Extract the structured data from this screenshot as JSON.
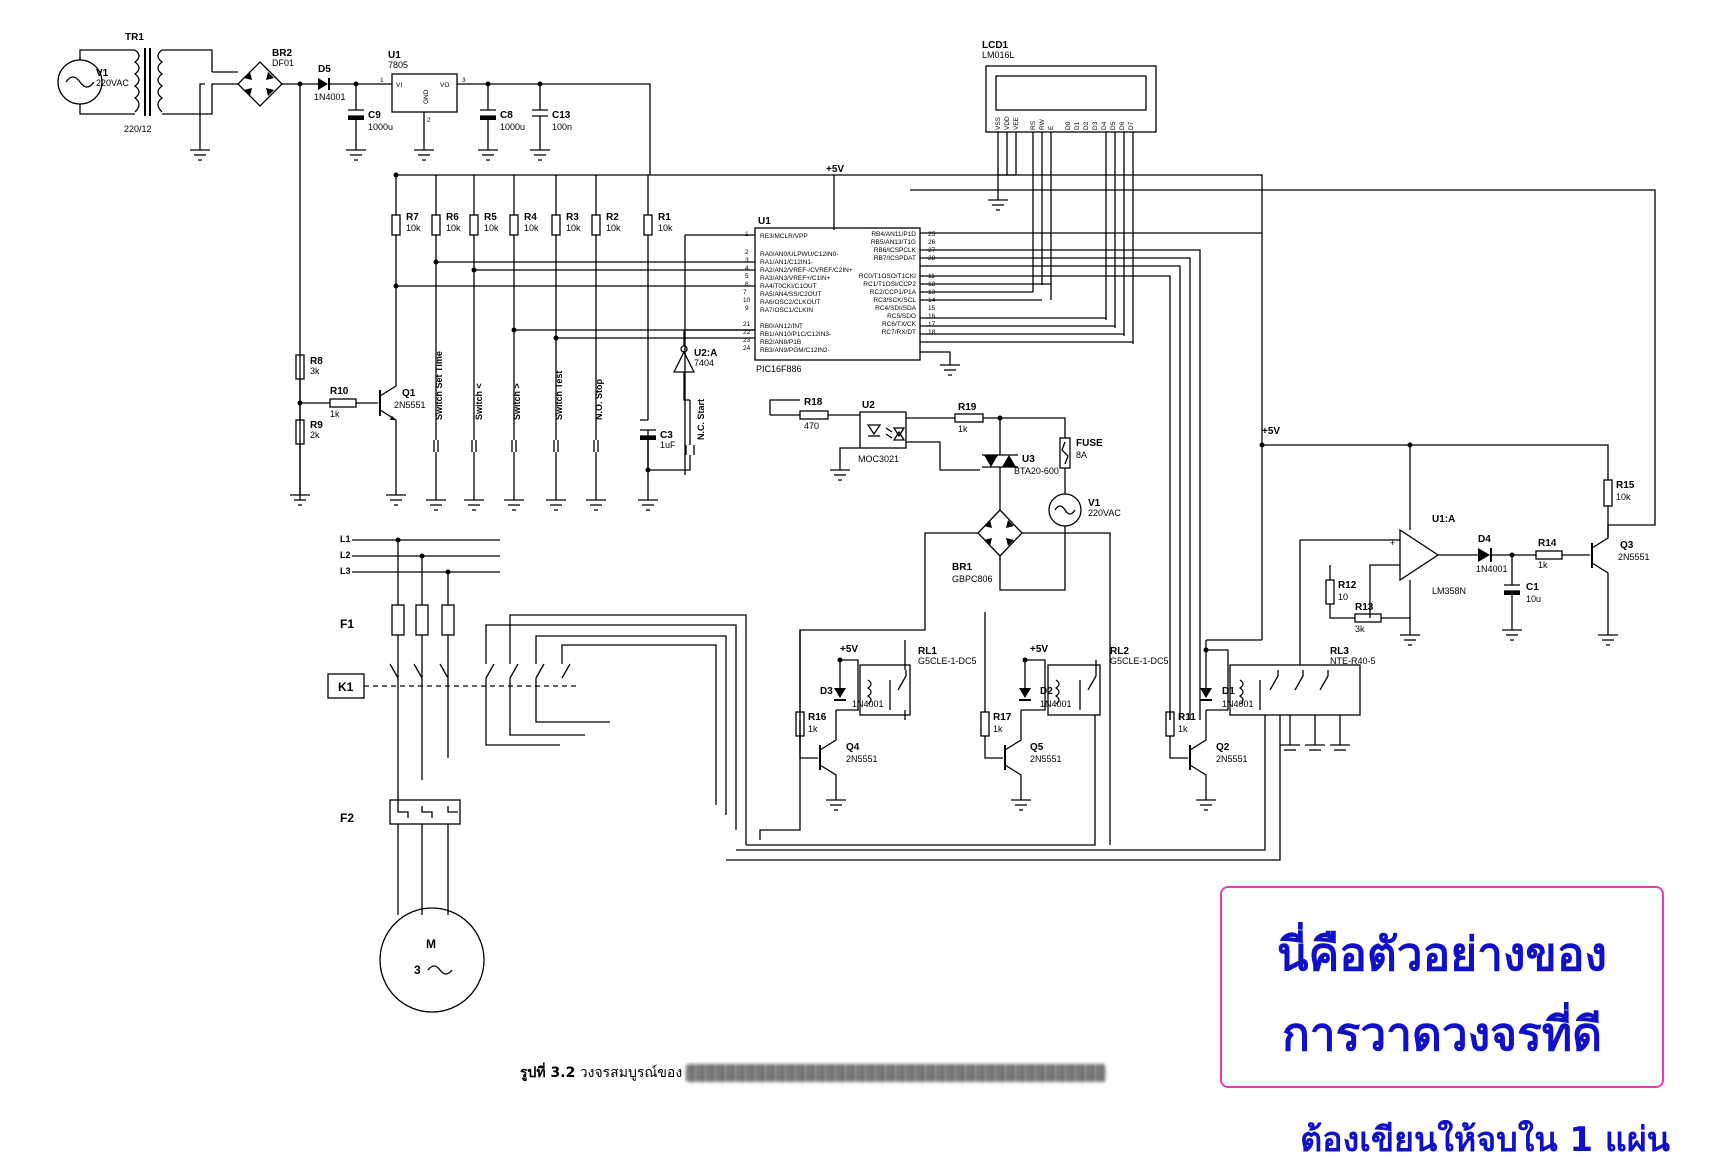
{
  "labels": {
    "v1_top": "V1",
    "v1_top_val": "220VAC",
    "tr1": "TR1",
    "tr1_ratio": "220/12",
    "br2": "BR2",
    "br2_val": "DF01",
    "d5": "D5",
    "d5_val": "1N4001",
    "u1": "U1",
    "u1_val": "7805",
    "u1_vi": "VI",
    "u1_vo": "VO",
    "u1_gnd": "GND",
    "c9": "C9",
    "c9_val": "1000u",
    "c8": "C8",
    "c8_val": "1000u",
    "c13": "C13",
    "c13_val": "100n",
    "lcd1": "LCD1",
    "lcd1_val": "LM016L",
    "plus5v": "+5V",
    "r7": "R7",
    "r6": "R6",
    "r5": "R5",
    "r4": "R4",
    "r3": "R3",
    "r2": "R2",
    "r1": "R1",
    "r10k": "10k",
    "r8": "R8",
    "r8_val": "3k",
    "r9": "R9",
    "r9_val": "2k",
    "r10": "R10",
    "r10_val": "1k",
    "q1": "Q1",
    "q1_val": "2N5551",
    "mcu": "U1",
    "mcu_val": "PIC16F886",
    "u2a": "U2:A",
    "u2a_val": "7404",
    "c3": "C3",
    "c3_val": "1uF",
    "sw_set_time": "Switch Set Time",
    "sw_lt": "Switch <",
    "sw_gt": "Switch >",
    "sw_test": "Switch Test",
    "sw_stop": "N.O. Stop",
    "sw_start": "N.C. Start",
    "r18": "R18",
    "r18_val": "470",
    "u2": "U2",
    "u2_val": "MOC3021",
    "r19": "R19",
    "r19_val": "1k",
    "u3": "U3",
    "u3_val": "BTA20-600",
    "fuse": "FUSE",
    "fuse_val": "8A",
    "v1_mid": "V1",
    "v1_mid_val": "220VAC",
    "br1": "BR1",
    "br1_val": "GBPC806",
    "l1": "L1",
    "l2": "L2",
    "l3": "L3",
    "f1": "F1",
    "k1": "K1",
    "f2": "F2",
    "motor": "M",
    "motor_phase": "3",
    "rl1": "RL1",
    "rl1_val": "G5CLE-1-DC5",
    "rl2": "RL2",
    "rl2_val": "G5CLE-1-DC5",
    "rl3": "RL3",
    "rl3_val": "NTE-R40-5",
    "d3": "D3",
    "d2": "D2",
    "d1": "D1",
    "d4": "D4",
    "diode_val": "1N4001",
    "r16": "R16",
    "r17": "R17",
    "r11": "R11",
    "r1k": "1k",
    "q4": "Q4",
    "q5": "Q5",
    "q2": "Q2",
    "q3": "Q3",
    "q_val": "2N5551",
    "r15": "R15",
    "r15_val": "10k",
    "u1a": "U1:A",
    "u1a_val": "LM358N",
    "r12": "R12",
    "r12_val": "10",
    "r13": "R13",
    "r13_val": "3k",
    "r14": "R14",
    "r14_val": "1k",
    "c1": "C1",
    "c1_val": "10u"
  },
  "lcd_pins": [
    "VSS",
    "VDD",
    "VEE",
    "RS",
    "RW",
    "E",
    "D0",
    "D1",
    "D2",
    "D3",
    "D4",
    "D5",
    "D6",
    "D7"
  ],
  "mcu_left_pins": [
    "RE3/MCLR/VPP",
    "RA0/AN0/ULPWU/C12IN0-",
    "RA1/AN1/C12IN1-",
    "RA2/AN2/VREF-/CVREF/C2IN+",
    "RA3/AN3/VREF+/C1IN+",
    "RA4/T0CKI/C1OUT",
    "RA5/AN4/SS/C2OUT",
    "RA6/OSC2/CLKOUT",
    "RA7/OSC1/CLKIN",
    "RB0/AN12/INT",
    "RB1/AN10/P1C/C12IN3-",
    "RB2/AN8/P1B",
    "RB3/AN9/PGM/C12IN2-"
  ],
  "mcu_right_pins": [
    "RB4/AN11/P1D",
    "RB5/AN13/T1G",
    "RB6/ICSPCLK",
    "RB7/ICSPDAT",
    "RC0/T1OSO/T1CKI",
    "RC1/T1OSI/CCP2",
    "RC2/CCP1/P1A",
    "RC3/SCK/SCL",
    "RC4/SDI/SDA",
    "RC5/SDO",
    "RC6/TX/CK",
    "RC7/RX/DT"
  ],
  "caption": {
    "figure": "รูปที่ 3.2",
    "text": "วงจรสมบูรณ์ของ"
  },
  "note": {
    "line1": "นี่คือตัวอย่างของ",
    "line2": "การวาดวงจรที่ดี"
  },
  "footer": "ต้องเขียนให้จบใน 1 แผ่น"
}
